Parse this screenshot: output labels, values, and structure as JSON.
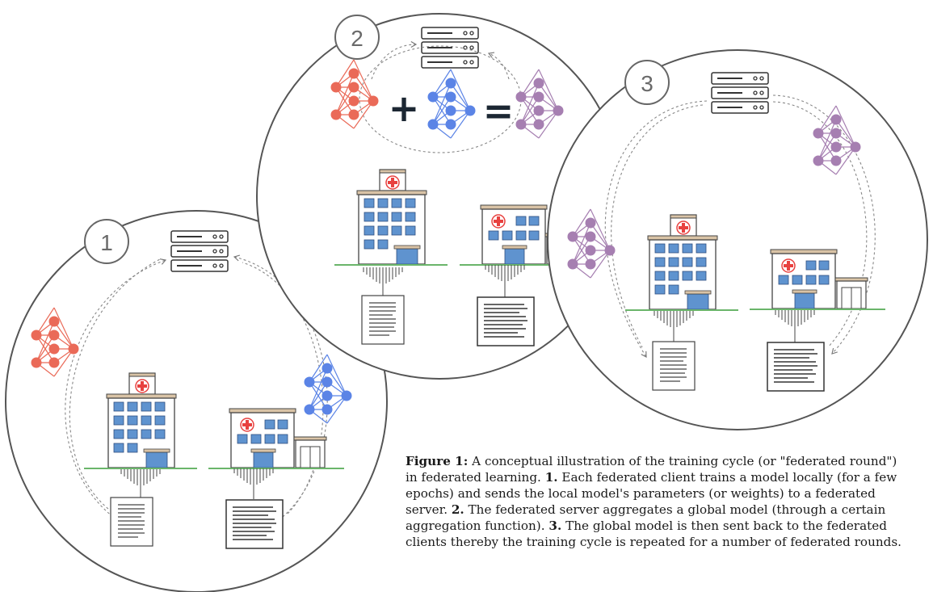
{
  "steps": [
    {
      "number": "1",
      "label": "1."
    },
    {
      "number": "2",
      "label": "2."
    },
    {
      "number": "3",
      "label": "3."
    }
  ],
  "operators": {
    "plus": "+",
    "equals": "="
  },
  "colors": {
    "client_a": "#ea6a58",
    "client_b": "#5b84e6",
    "global": "#a67fb1",
    "circle": "#555555",
    "building_window": "#5f93cf",
    "cross": "#e8413f",
    "grass": "#6ab56a"
  },
  "icons": [
    "server-icon",
    "neural-network-icon",
    "hospital-icon",
    "document-icon"
  ],
  "caption": {
    "figure_label": "Figure 1:",
    "intro": "A conceptual illustration of the training cycle (or \"federated round\") in federated learning.",
    "step1_num": "1.",
    "step1_text": "Each federated client trains a model locally (for a few epochs) and sends the local model's parameters (or weights) to a federated server.",
    "step2_num": "2.",
    "step2_text": "The federated server aggregates a global model (through a certain aggregation function).",
    "step3_num": "3.",
    "step3_text": "The global model is then sent back to the federated clients thereby the training cycle is repeated for a number of federated rounds."
  }
}
